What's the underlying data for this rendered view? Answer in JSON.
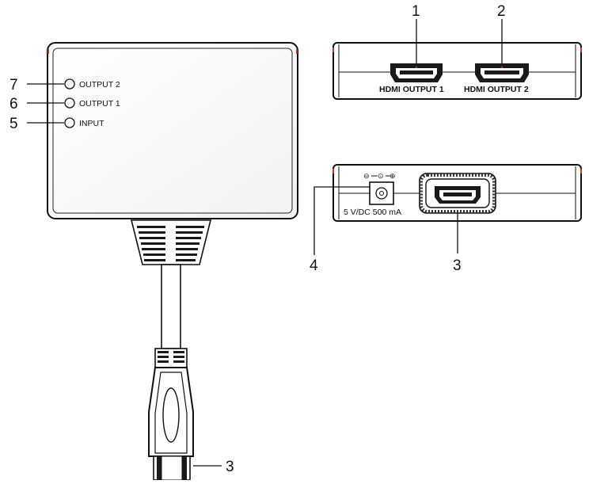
{
  "figure": {
    "callouts": {
      "c1": "1",
      "c2": "2",
      "c3_right": "3",
      "c3_bottom": "3",
      "c4": "4",
      "c5": "5",
      "c6": "6",
      "c7": "7"
    },
    "led_labels": {
      "output2": "OUTPUT 2",
      "output1": "OUTPUT 1",
      "input": "INPUT"
    },
    "port_labels": {
      "hdmi_output_1": "HDMI OUTPUT 1",
      "hdmi_output_2": "HDMI OUTPUT 2"
    },
    "power_label": "5 V/DC 500 mA",
    "polarity_symbols": {
      "minus": "⊖",
      "center": "⊙",
      "plus": "⊕"
    }
  }
}
